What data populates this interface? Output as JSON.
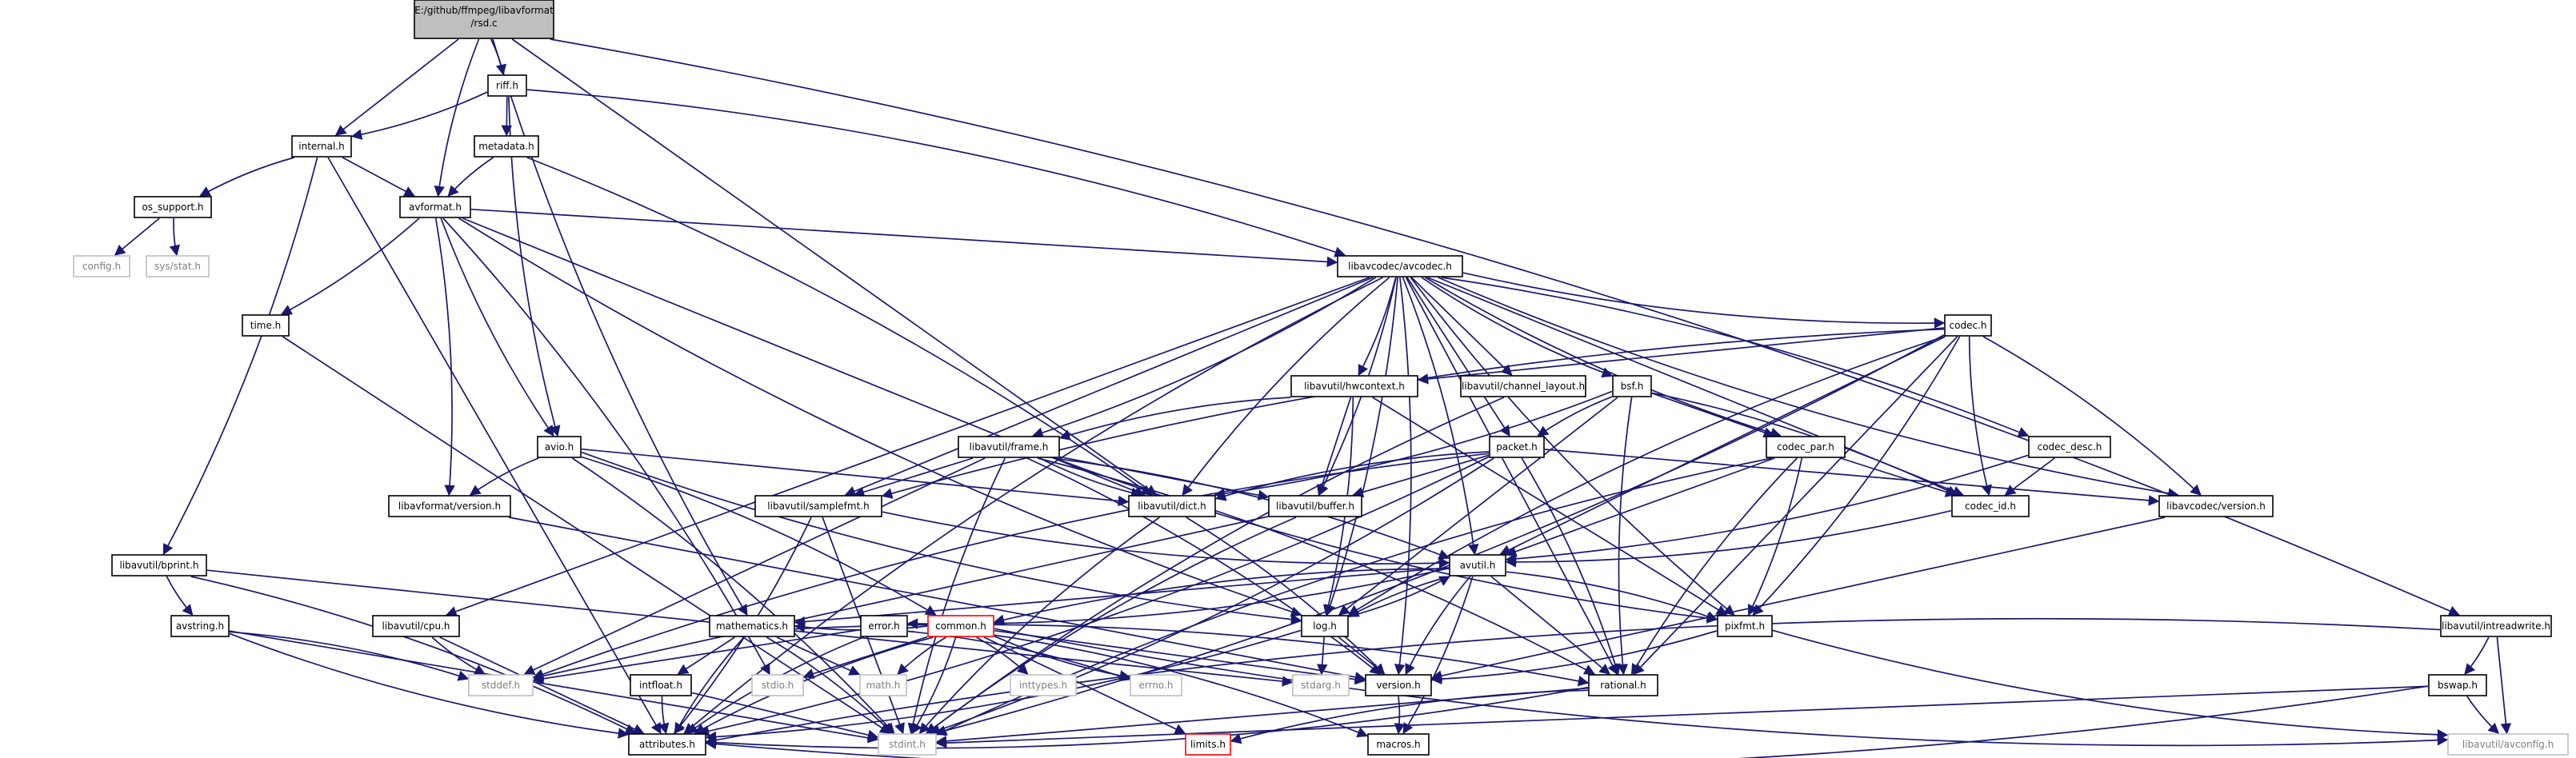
{
  "diagram": {
    "colors": {
      "edge": "#191970",
      "node_border": "#000000",
      "system_header_border": "#bfbfbf",
      "missing_border": "#ff0000",
      "root_fill": "#bfbfbf",
      "system_text": "#7f7f7f"
    },
    "nodes": [
      {
        "id": "root",
        "kind": "root",
        "label": "E:/github/ffmpeg/libavformat/rsd.c",
        "lines": [
          "E:/github/ffmpeg/libavformat",
          "/rsd.c"
        ]
      },
      {
        "id": "riff",
        "kind": "file",
        "label": "riff.h"
      },
      {
        "id": "internal",
        "kind": "file",
        "label": "internal.h"
      },
      {
        "id": "metadata",
        "kind": "file",
        "label": "metadata.h"
      },
      {
        "id": "avformat",
        "kind": "file",
        "label": "avformat.h"
      },
      {
        "id": "os_support",
        "kind": "file",
        "label": "os_support.h"
      },
      {
        "id": "config",
        "kind": "system",
        "label": "config.h"
      },
      {
        "id": "sysstat",
        "kind": "system",
        "label": "sys/stat.h"
      },
      {
        "id": "time",
        "kind": "file",
        "label": "time.h"
      },
      {
        "id": "avcodec",
        "kind": "file",
        "label": "libavcodec/avcodec.h"
      },
      {
        "id": "codec",
        "kind": "file",
        "label": "codec.h"
      },
      {
        "id": "hwcontext",
        "kind": "file",
        "label": "libavutil/hwcontext.h"
      },
      {
        "id": "channel_layout",
        "kind": "file",
        "label": "libavutil/channel_layout.h"
      },
      {
        "id": "bsf",
        "kind": "file",
        "label": "bsf.h"
      },
      {
        "id": "frame",
        "kind": "file",
        "label": "libavutil/frame.h"
      },
      {
        "id": "packet",
        "kind": "file",
        "label": "packet.h"
      },
      {
        "id": "codec_par",
        "kind": "file",
        "label": "codec_par.h"
      },
      {
        "id": "codec_desc",
        "kind": "file",
        "label": "codec_desc.h"
      },
      {
        "id": "avio",
        "kind": "file",
        "label": "avio.h"
      },
      {
        "id": "avformat_version",
        "kind": "file",
        "label": "libavformat/version.h"
      },
      {
        "id": "samplefmt",
        "kind": "file",
        "label": "libavutil/samplefmt.h"
      },
      {
        "id": "dict",
        "kind": "file",
        "label": "libavutil/dict.h"
      },
      {
        "id": "buffer",
        "kind": "file",
        "label": "libavutil/buffer.h"
      },
      {
        "id": "codec_id",
        "kind": "file",
        "label": "codec_id.h"
      },
      {
        "id": "avcodec_version",
        "kind": "file",
        "label": "libavcodec/version.h"
      },
      {
        "id": "bprint",
        "kind": "file",
        "label": "libavutil/bprint.h"
      },
      {
        "id": "avutil",
        "kind": "file",
        "label": "avutil.h"
      },
      {
        "id": "cpu",
        "kind": "file",
        "label": "libavutil/cpu.h"
      },
      {
        "id": "avstring",
        "kind": "file",
        "label": "avstring.h"
      },
      {
        "id": "mathematics",
        "kind": "file",
        "label": "mathematics.h"
      },
      {
        "id": "error",
        "kind": "file",
        "label": "error.h"
      },
      {
        "id": "common",
        "kind": "missing",
        "label": "common.h"
      },
      {
        "id": "log",
        "kind": "file",
        "label": "log.h"
      },
      {
        "id": "pixfmt",
        "kind": "file",
        "label": "pixfmt.h"
      },
      {
        "id": "intreadwrite",
        "kind": "file",
        "label": "libavutil/intreadwrite.h"
      },
      {
        "id": "stddef",
        "kind": "system",
        "label": "stddef.h"
      },
      {
        "id": "intfloat",
        "kind": "file",
        "label": "intfloat.h"
      },
      {
        "id": "stdio",
        "kind": "system",
        "label": "stdio.h"
      },
      {
        "id": "math",
        "kind": "system",
        "label": "math.h"
      },
      {
        "id": "inttypes",
        "kind": "system",
        "label": "inttypes.h"
      },
      {
        "id": "errno",
        "kind": "system",
        "label": "errno.h"
      },
      {
        "id": "stdarg",
        "kind": "system",
        "label": "stdarg.h"
      },
      {
        "id": "version",
        "kind": "file",
        "label": "version.h"
      },
      {
        "id": "rational",
        "kind": "file",
        "label": "rational.h"
      },
      {
        "id": "bswap",
        "kind": "file",
        "label": "bswap.h"
      },
      {
        "id": "attributes",
        "kind": "file",
        "label": "attributes.h"
      },
      {
        "id": "stdint",
        "kind": "system",
        "label": "stdint.h"
      },
      {
        "id": "limits",
        "kind": "missing",
        "label": "limits.h"
      },
      {
        "id": "macros",
        "kind": "file",
        "label": "macros.h"
      },
      {
        "id": "avconfig",
        "kind": "system",
        "label": "libavutil/avconfig.h"
      }
    ],
    "edges": [
      [
        "root",
        "riff"
      ],
      [
        "root",
        "internal"
      ],
      [
        "root",
        "avformat"
      ],
      [
        "root",
        "intreadwrite"
      ],
      [
        "root",
        "dict"
      ],
      [
        "root",
        "mathematics"
      ],
      [
        "riff",
        "internal"
      ],
      [
        "riff",
        "metadata"
      ],
      [
        "riff",
        "avio"
      ],
      [
        "riff",
        "avcodec"
      ],
      [
        "internal",
        "avformat"
      ],
      [
        "internal",
        "os_support"
      ],
      [
        "internal",
        "bprint"
      ],
      [
        "internal",
        "attributes"
      ],
      [
        "metadata",
        "avformat"
      ],
      [
        "metadata",
        "dict"
      ],
      [
        "os_support",
        "config"
      ],
      [
        "os_support",
        "sysstat"
      ],
      [
        "avformat",
        "time"
      ],
      [
        "avformat",
        "avcodec"
      ],
      [
        "avformat",
        "avio"
      ],
      [
        "avformat",
        "avformat_version"
      ],
      [
        "avformat",
        "dict"
      ],
      [
        "avformat",
        "log"
      ],
      [
        "avformat",
        "stdio"
      ],
      [
        "time",
        "stdint"
      ],
      [
        "avcodec",
        "codec"
      ],
      [
        "avcodec",
        "hwcontext"
      ],
      [
        "avcodec",
        "channel_layout"
      ],
      [
        "avcodec",
        "bsf"
      ],
      [
        "avcodec",
        "frame"
      ],
      [
        "avcodec",
        "packet"
      ],
      [
        "avcodec",
        "codec_par"
      ],
      [
        "avcodec",
        "codec_desc"
      ],
      [
        "avcodec",
        "samplefmt"
      ],
      [
        "avcodec",
        "dict"
      ],
      [
        "avcodec",
        "buffer"
      ],
      [
        "avcodec",
        "codec_id"
      ],
      [
        "avcodec",
        "avcodec_version"
      ],
      [
        "avcodec",
        "avutil"
      ],
      [
        "avcodec",
        "cpu"
      ],
      [
        "avcodec",
        "pixfmt"
      ],
      [
        "avcodec",
        "log"
      ],
      [
        "avcodec",
        "rational"
      ],
      [
        "avcodec",
        "attributes"
      ],
      [
        "avcodec",
        "version"
      ],
      [
        "codec",
        "hwcontext"
      ],
      [
        "codec",
        "codec_id"
      ],
      [
        "codec",
        "avcodec_version"
      ],
      [
        "codec",
        "avutil"
      ],
      [
        "codec",
        "log"
      ],
      [
        "codec",
        "pixfmt"
      ],
      [
        "codec",
        "rational"
      ],
      [
        "codec",
        "samplefmt"
      ],
      [
        "codec",
        "stdint"
      ],
      [
        "hwcontext",
        "buffer"
      ],
      [
        "hwcontext",
        "frame"
      ],
      [
        "hwcontext",
        "log"
      ],
      [
        "hwcontext",
        "pixfmt"
      ],
      [
        "channel_layout",
        "stdint"
      ],
      [
        "bsf",
        "dict"
      ],
      [
        "bsf",
        "log"
      ],
      [
        "bsf",
        "rational"
      ],
      [
        "bsf",
        "codec_id"
      ],
      [
        "bsf",
        "codec_par"
      ],
      [
        "bsf",
        "packet"
      ],
      [
        "frame",
        "avutil"
      ],
      [
        "frame",
        "buffer"
      ],
      [
        "frame",
        "dict"
      ],
      [
        "frame",
        "rational"
      ],
      [
        "frame",
        "samplefmt"
      ],
      [
        "frame",
        "pixfmt"
      ],
      [
        "frame",
        "version"
      ],
      [
        "frame",
        "stddef"
      ],
      [
        "frame",
        "stdint"
      ],
      [
        "packet",
        "attributes"
      ],
      [
        "packet",
        "buffer"
      ],
      [
        "packet",
        "dict"
      ],
      [
        "packet",
        "rational"
      ],
      [
        "packet",
        "avcodec_version"
      ],
      [
        "packet",
        "stddef"
      ],
      [
        "packet",
        "stdint"
      ],
      [
        "codec_par",
        "avutil"
      ],
      [
        "codec_par",
        "rational"
      ],
      [
        "codec_par",
        "pixfmt"
      ],
      [
        "codec_par",
        "codec_id"
      ],
      [
        "codec_par",
        "stdint"
      ],
      [
        "codec_desc",
        "avutil"
      ],
      [
        "codec_desc",
        "codec_id"
      ],
      [
        "avio",
        "avformat_version"
      ],
      [
        "avio",
        "common"
      ],
      [
        "avio",
        "dict"
      ],
      [
        "avio",
        "log"
      ],
      [
        "avio",
        "stdint"
      ],
      [
        "avformat_version",
        "version"
      ],
      [
        "samplefmt",
        "avutil"
      ],
      [
        "samplefmt",
        "attributes"
      ],
      [
        "samplefmt",
        "stdint"
      ],
      [
        "dict",
        "stdint"
      ],
      [
        "dict",
        "version"
      ],
      [
        "buffer",
        "stddef"
      ],
      [
        "buffer",
        "stdint"
      ],
      [
        "codec_id",
        "avutil"
      ],
      [
        "avcodec_version",
        "version"
      ],
      [
        "bprint",
        "avstring"
      ],
      [
        "bprint",
        "attributes"
      ],
      [
        "bprint",
        "stdarg"
      ],
      [
        "avutil",
        "common"
      ],
      [
        "avutil",
        "error"
      ],
      [
        "avutil",
        "rational"
      ],
      [
        "avutil",
        "version"
      ],
      [
        "avutil",
        "macros"
      ],
      [
        "avutil",
        "mathematics"
      ],
      [
        "avutil",
        "log"
      ],
      [
        "avutil",
        "pixfmt"
      ],
      [
        "cpu",
        "attributes"
      ],
      [
        "cpu",
        "stddef"
      ],
      [
        "avstring",
        "stddef"
      ],
      [
        "avstring",
        "stdint"
      ],
      [
        "avstring",
        "attributes"
      ],
      [
        "mathematics",
        "stdint"
      ],
      [
        "mathematics",
        "math"
      ],
      [
        "mathematics",
        "attributes"
      ],
      [
        "mathematics",
        "rational"
      ],
      [
        "mathematics",
        "intfloat"
      ],
      [
        "error",
        "attributes"
      ],
      [
        "error",
        "errno"
      ],
      [
        "error",
        "stddef"
      ],
      [
        "common",
        "errno"
      ],
      [
        "common",
        "inttypes"
      ],
      [
        "common",
        "limits"
      ],
      [
        "common",
        "math"
      ],
      [
        "common",
        "stdint"
      ],
      [
        "common",
        "stdio"
      ],
      [
        "common",
        "attributes"
      ],
      [
        "common",
        "macros"
      ],
      [
        "common",
        "version"
      ],
      [
        "common",
        "avconfig"
      ],
      [
        "common",
        "mathematics"
      ],
      [
        "log",
        "stdarg"
      ],
      [
        "log",
        "avutil"
      ],
      [
        "log",
        "attributes"
      ],
      [
        "log",
        "version"
      ],
      [
        "pixfmt",
        "avconfig"
      ],
      [
        "pixfmt",
        "version"
      ],
      [
        "intreadwrite",
        "avconfig"
      ],
      [
        "intreadwrite",
        "attributes"
      ],
      [
        "intreadwrite",
        "bswap"
      ],
      [
        "intfloat",
        "stdint"
      ],
      [
        "intfloat",
        "attributes"
      ],
      [
        "version",
        "macros"
      ],
      [
        "rational",
        "stdint"
      ],
      [
        "rational",
        "limits"
      ],
      [
        "rational",
        "attributes"
      ],
      [
        "bswap",
        "stdint"
      ],
      [
        "bswap",
        "avconfig"
      ],
      [
        "bswap",
        "attributes"
      ]
    ]
  }
}
